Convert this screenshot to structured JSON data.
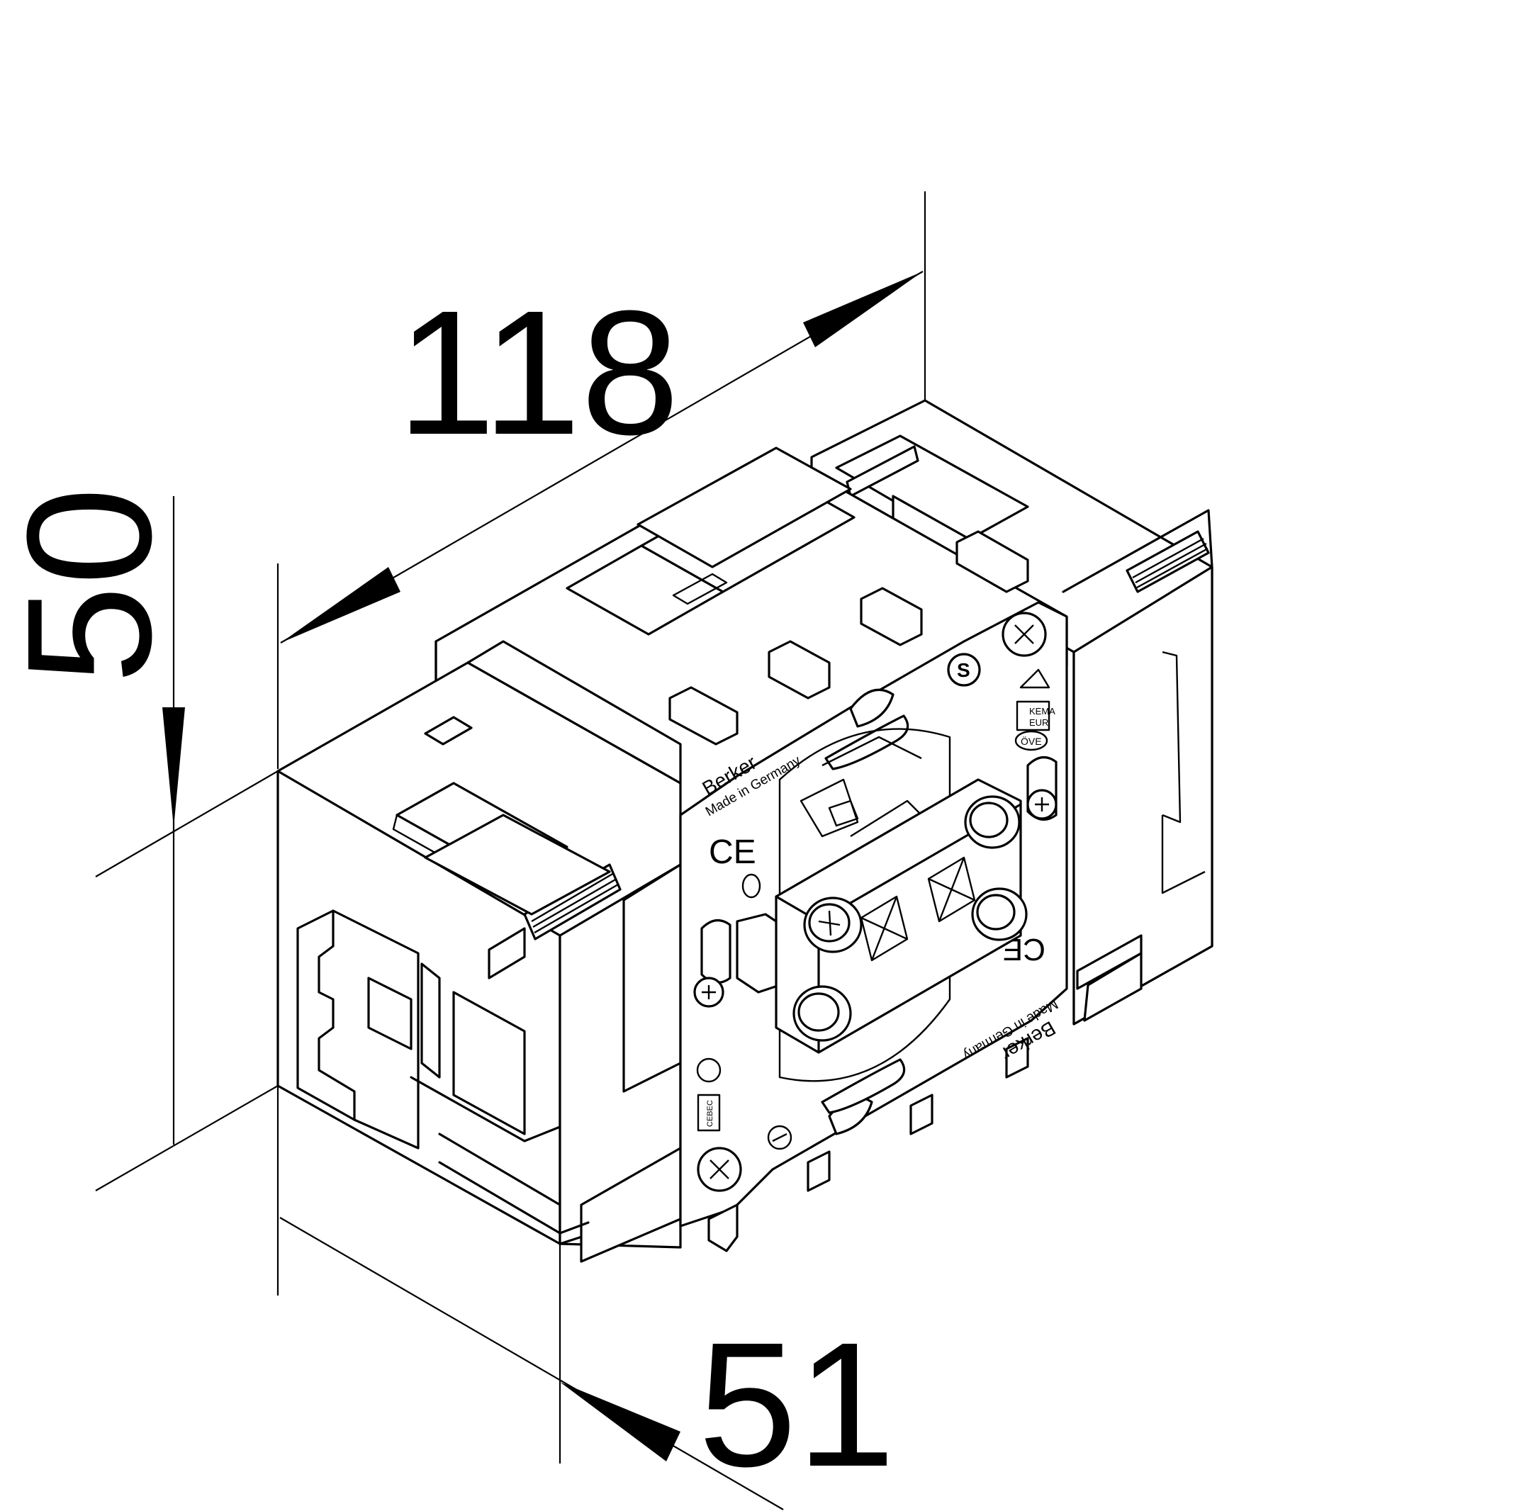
{
  "dimensions": {
    "width": "118",
    "height": "50",
    "depth": "51"
  },
  "markings": {
    "brand": "Berker",
    "origin": "Made in Germany",
    "ce": "CE",
    "kema": "KEMA",
    "kema_sub": "EUR",
    "ove": "ÖVE",
    "cebec": "CEBEC"
  }
}
